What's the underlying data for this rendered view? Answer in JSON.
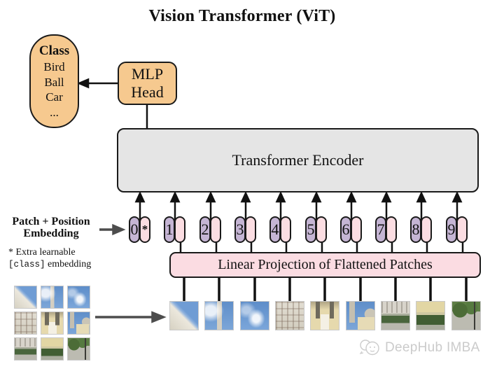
{
  "title": "Vision Transformer (ViT)",
  "class_box": {
    "heading": "Class",
    "items": [
      "Bird",
      "Ball",
      "Car",
      "..."
    ]
  },
  "mlp_head": {
    "line1": "MLP",
    "line2": "Head"
  },
  "encoder": {
    "label": "Transformer Encoder"
  },
  "projection": {
    "label": "Linear Projection of Flattened Patches"
  },
  "embedding_label": {
    "line1": "Patch + Position",
    "line2": "Embedding"
  },
  "footnote": {
    "line1": "* Extra learnable",
    "code": "[class]",
    "rest": " embedding"
  },
  "tokens": [
    {
      "index": "0",
      "extra": "*"
    },
    {
      "index": "1",
      "extra": ""
    },
    {
      "index": "2",
      "extra": ""
    },
    {
      "index": "3",
      "extra": ""
    },
    {
      "index": "4",
      "extra": ""
    },
    {
      "index": "5",
      "extra": ""
    },
    {
      "index": "6",
      "extra": ""
    },
    {
      "index": "7",
      "extra": ""
    },
    {
      "index": "8",
      "extra": ""
    },
    {
      "index": "9",
      "extra": ""
    }
  ],
  "patches": {
    "count": 9,
    "description": "photo of palace split into 9 patches: sky/dome, sky/tower, sky/cloud, white facade, yellow palace towers, tower and sky, facade over hedge, yellow wall over hedge, bushes and pavement"
  },
  "watermark": {
    "text": "DeepHub IMBA"
  },
  "colors": {
    "box_orange": "#F6C98F",
    "encoder_gray": "#E5E5E5",
    "token_purple": "#C5B5D4",
    "token_pink": "#FBDDE2",
    "projection_pink": "#FBDCE2",
    "outline_black": "#1A1A1A",
    "gray_arrow": "#4D4D4D",
    "watermark_gray": "#CBCBCB"
  }
}
